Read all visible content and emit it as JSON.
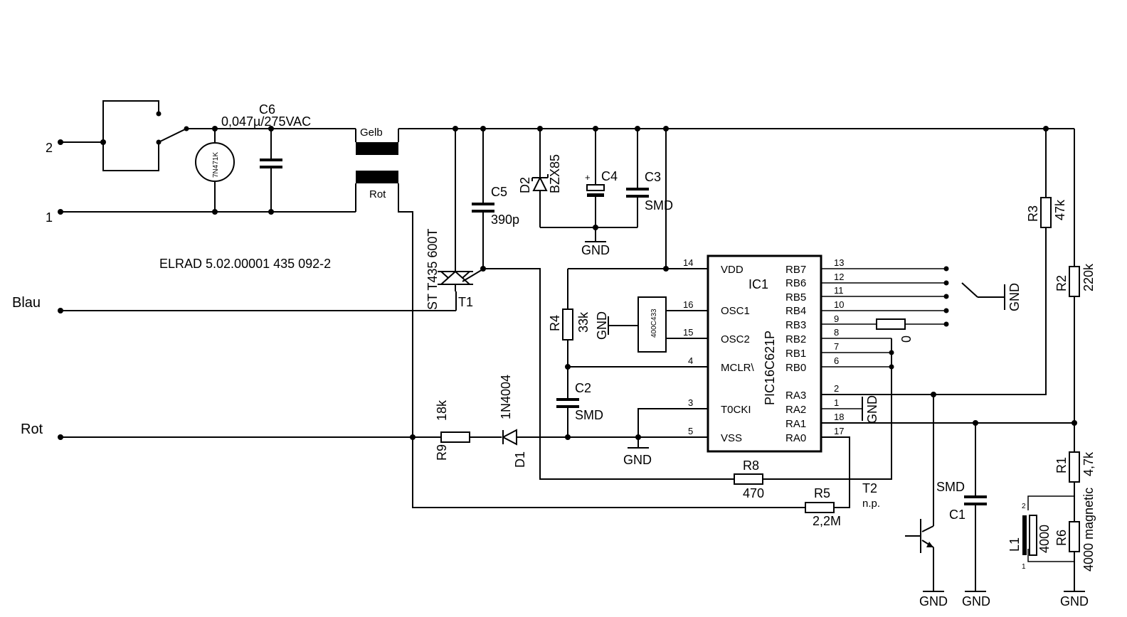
{
  "title": "ELRAD 5.02.00001  435 092-2",
  "terminals": {
    "t2": "2",
    "t1": "1",
    "blau": "Blau",
    "rot_left": "Rot"
  },
  "components": {
    "c6": {
      "name": "C6",
      "value": "0,047µ/275VAC"
    },
    "varistor": {
      "value": "7N471K"
    },
    "coil": {
      "gelb": "Gelb",
      "rot": "Rot"
    },
    "t1": {
      "name": "T1",
      "type": "ST T435 600T"
    },
    "c5": {
      "name": "C5",
      "value": "390p"
    },
    "d2": {
      "name": "D2",
      "value": "BZX85"
    },
    "c4": {
      "name": "C4",
      "plus": "+"
    },
    "c3": {
      "name": "C3",
      "value": "SMD"
    },
    "r4": {
      "name": "R4",
      "value": "33k"
    },
    "crystal": {
      "value": "400C433"
    },
    "c2": {
      "name": "C2",
      "value": "SMD"
    },
    "r9": {
      "name": "R9",
      "value": "18k"
    },
    "d1": {
      "name": "D1",
      "value": "1N4004"
    },
    "r8": {
      "name": "R8",
      "value": "470"
    },
    "r5": {
      "name": "R5",
      "value": "2,2M"
    },
    "t2": {
      "name": "T2",
      "value": "n.p."
    },
    "r0": {
      "value": "0"
    },
    "r3": {
      "name": "R3",
      "value": "47k"
    },
    "r2": {
      "name": "R2",
      "value": "220k"
    },
    "r1": {
      "name": "R1",
      "value": "4,7k"
    },
    "r6": {
      "name": "R6",
      "value": "4000 magnetic"
    },
    "l1": {
      "name": "L1",
      "value": "4000",
      "pin1": "1",
      "pin2": "2"
    },
    "c1": {
      "name": "C1",
      "value": "SMD"
    }
  },
  "ic": {
    "name": "IC1",
    "part": "PIC16C621P",
    "left_pins": [
      {
        "num": "14",
        "label": "VDD"
      },
      {
        "num": "16",
        "label": "OSC1"
      },
      {
        "num": "15",
        "label": "OSC2"
      },
      {
        "num": "4",
        "label": "MCLR\\"
      },
      {
        "num": "3",
        "label": "T0CKI"
      },
      {
        "num": "5",
        "label": "VSS"
      }
    ],
    "right_pins": [
      {
        "num": "13",
        "label": "RB7"
      },
      {
        "num": "12",
        "label": "RB6"
      },
      {
        "num": "11",
        "label": "RB5"
      },
      {
        "num": "10",
        "label": "RB4"
      },
      {
        "num": "9",
        "label": "RB3"
      },
      {
        "num": "8",
        "label": "RB2"
      },
      {
        "num": "7",
        "label": "RB1"
      },
      {
        "num": "6",
        "label": "RB0"
      },
      {
        "num": "2",
        "label": "RA3"
      },
      {
        "num": "1",
        "label": "RA2"
      },
      {
        "num": "18",
        "label": "RA1"
      },
      {
        "num": "17",
        "label": "RA0"
      }
    ]
  },
  "gnd": {
    "label": "GND"
  }
}
